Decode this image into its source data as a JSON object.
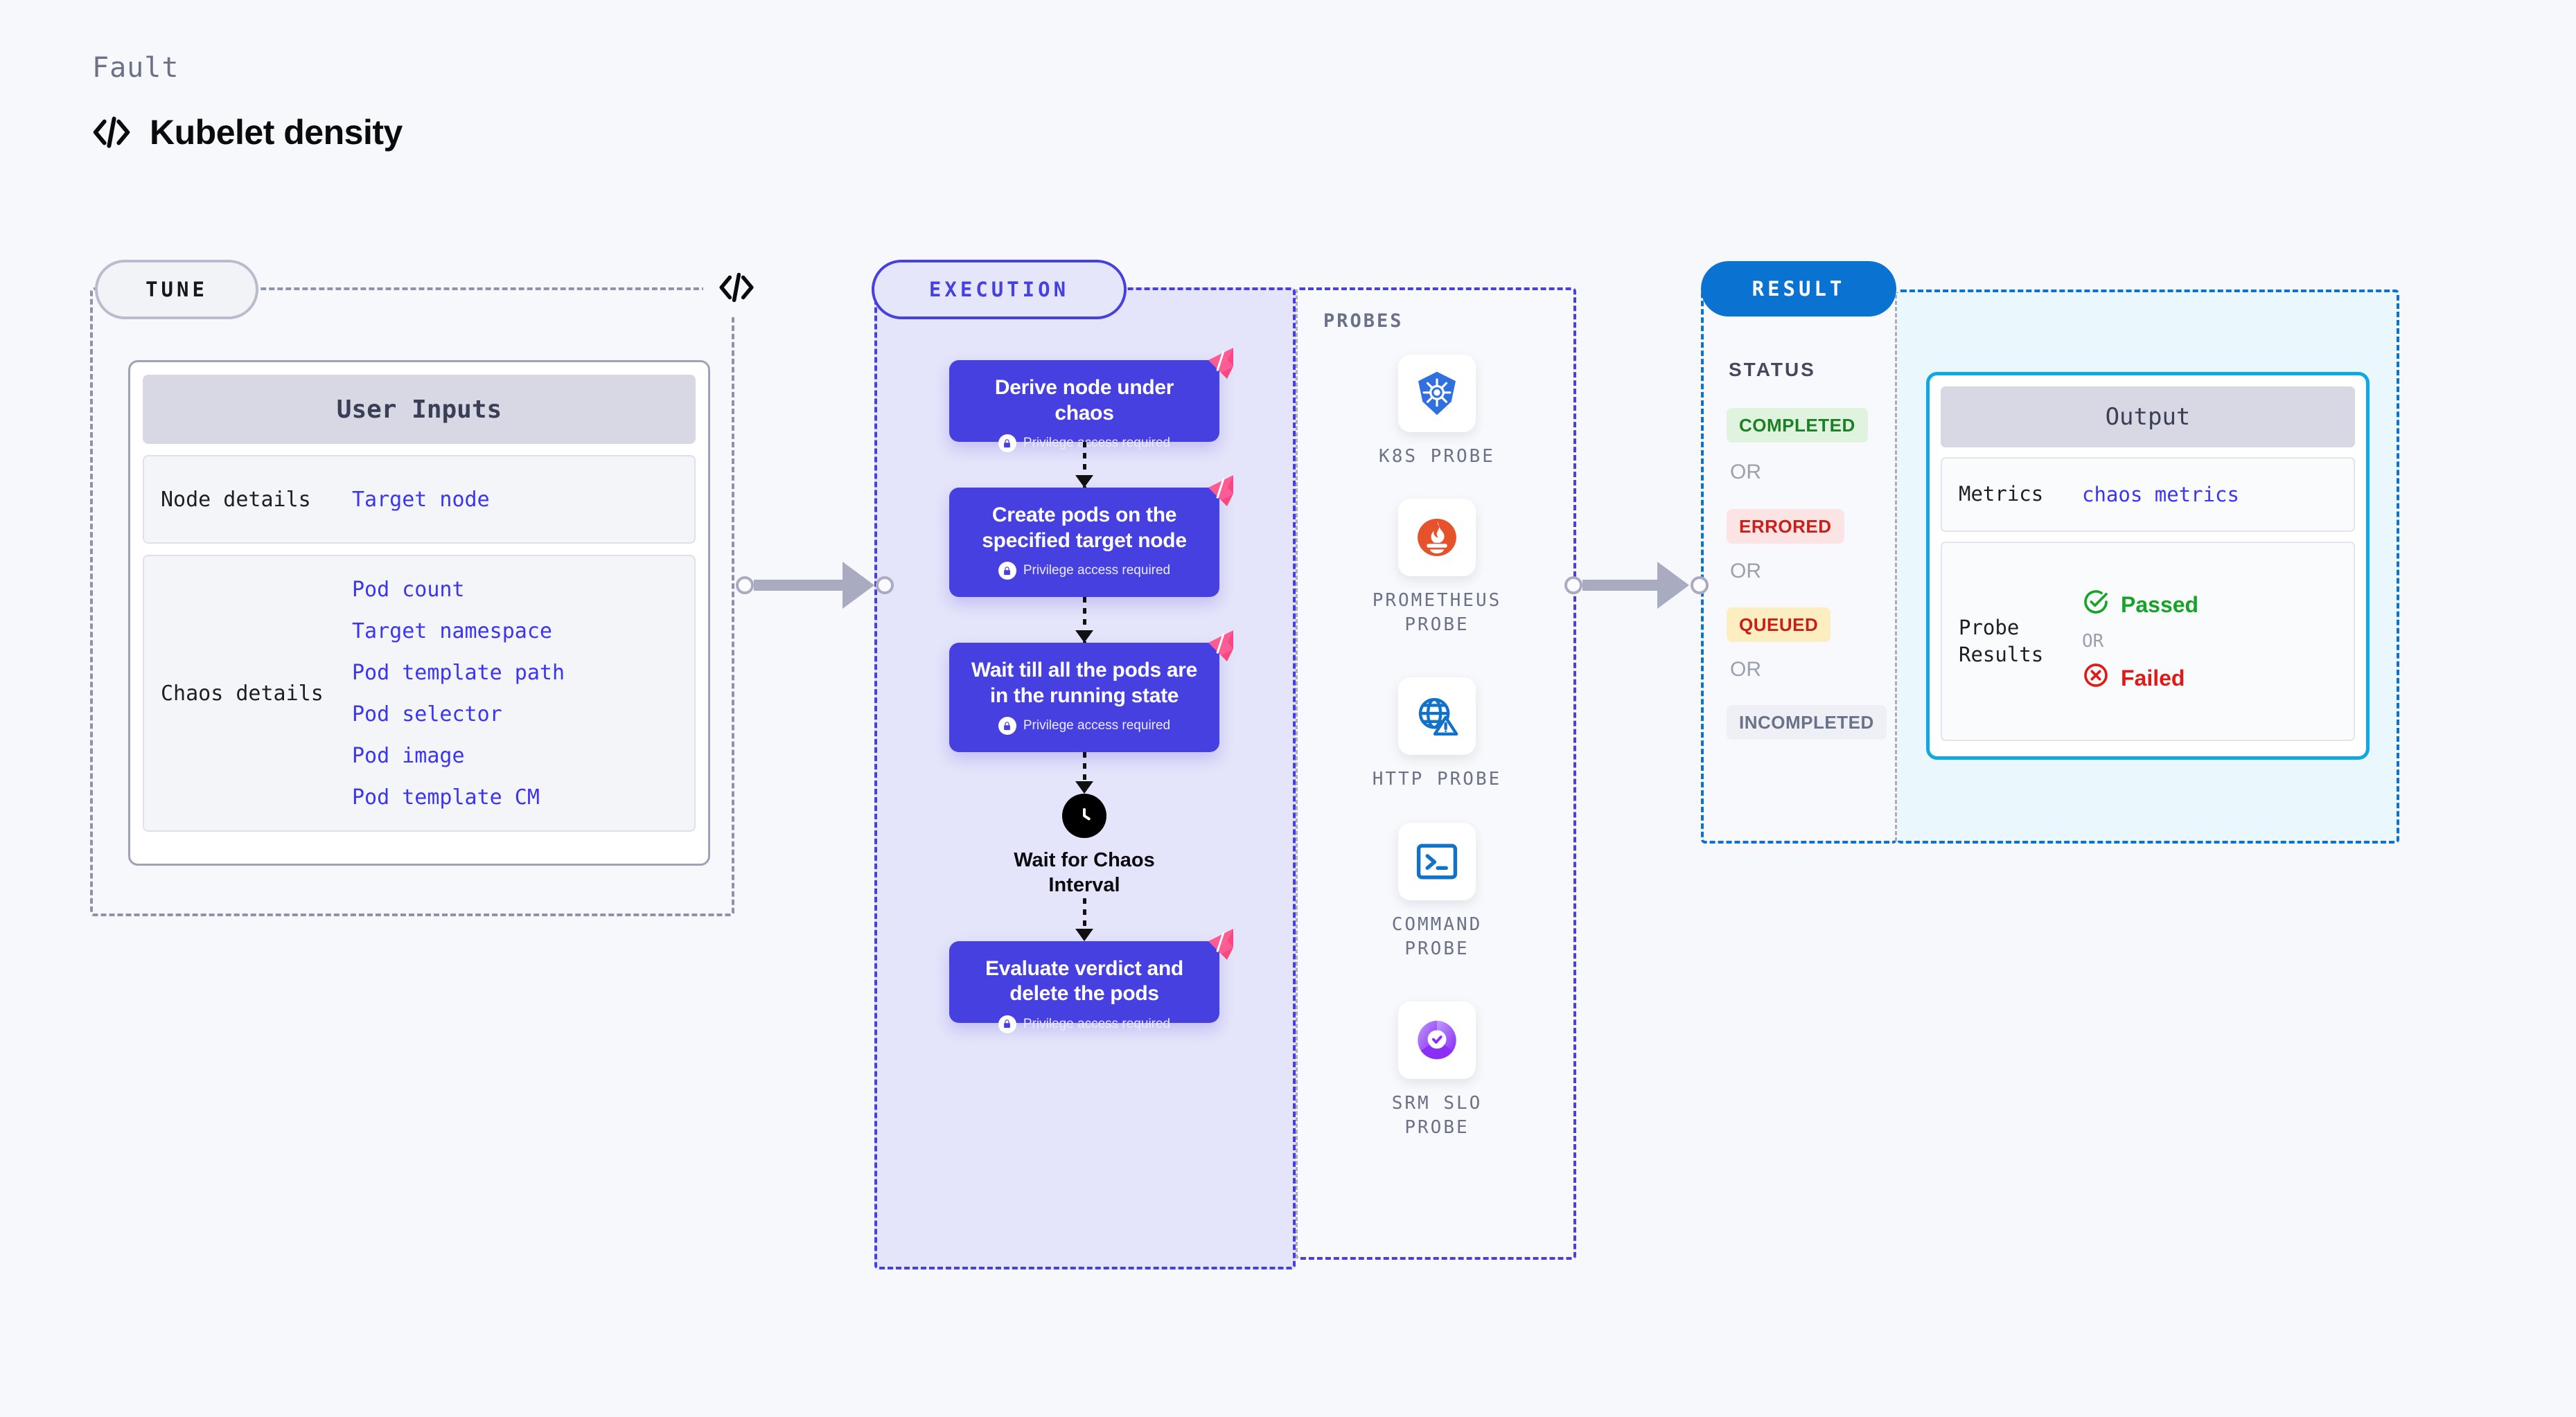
{
  "header": {
    "eyebrow": "Fault",
    "title": "Kubelet density",
    "code_icon": "code-icon"
  },
  "sections": {
    "tune": {
      "label": "TUNE"
    },
    "execution": {
      "label": "EXECUTION"
    },
    "probes": {
      "label": "PROBES"
    },
    "result": {
      "label": "RESULT"
    }
  },
  "user_inputs": {
    "title": "User Inputs",
    "groups": [
      {
        "label": "Node details",
        "values": [
          "Target node"
        ]
      },
      {
        "label": "Chaos details",
        "values": [
          "Pod count",
          "Target namespace",
          "Pod template path",
          "Pod selector",
          "Pod image",
          "Pod template CM"
        ]
      }
    ]
  },
  "execution_steps": [
    {
      "title": "Derive node under chaos",
      "note": "Privilege access required"
    },
    {
      "title": "Create pods on the specified target node",
      "note": "Privilege access required"
    },
    {
      "title": "Wait till all the pods are in the running state",
      "note": "Privilege access required"
    },
    {
      "title": "Evaluate verdict and delete the pods",
      "note": "Privilege access required"
    }
  ],
  "wait_node": {
    "label": "Wait for Chaos Interval",
    "icon": "clock-icon"
  },
  "probes": [
    {
      "label": "K8S PROBE",
      "icon": "kubernetes-icon"
    },
    {
      "label": "PROMETHEUS PROBE",
      "icon": "prometheus-icon"
    },
    {
      "label": "HTTP PROBE",
      "icon": "http-globe-icon"
    },
    {
      "label": "COMMAND PROBE",
      "icon": "terminal-icon"
    },
    {
      "label": "SRM SLO PROBE",
      "icon": "srm-slo-icon"
    }
  ],
  "result": {
    "status_title": "STATUS",
    "or_label": "OR",
    "statuses": [
      {
        "label": "COMPLETED",
        "bg": "#dff3de",
        "fg": "#1c8024"
      },
      {
        "label": "ERRORED",
        "bg": "#fbe4e3",
        "fg": "#cc1e18"
      },
      {
        "label": "QUEUED",
        "bg": "#fdeec2",
        "fg": "#cc1e18"
      },
      {
        "label": "INCOMPLETED",
        "bg": "#eef0f5",
        "fg": "#6b7188"
      }
    ]
  },
  "output": {
    "title": "Output",
    "metrics_label": "Metrics",
    "metrics_value": "chaos metrics",
    "probe_results_label": "Probe Results",
    "or_label": "OR",
    "passed_label": "Passed",
    "failed_label": "Failed"
  },
  "colors": {
    "page_bg": "#f7f8fb",
    "indigo": "#4740e0",
    "exec_fill": "#e4e4fa",
    "result_blue": "#0a72d0",
    "output_cyan": "#0fa8e0",
    "output_fill": "#eaf8fd",
    "pink_badge": "#fb5c94",
    "passed_green": "#16a428",
    "failed_red": "#e01b17",
    "value_blue": "#3b35ef"
  }
}
